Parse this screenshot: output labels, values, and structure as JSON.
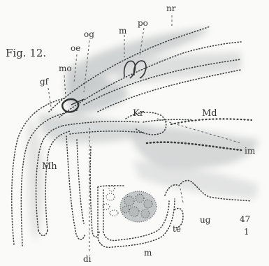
{
  "figure": {
    "title": "Fig. 12."
  },
  "colors": {
    "shade": "#c9cccd",
    "shade_dark": "#a9adae",
    "ink": "#2f3233",
    "paper": "#fafaf8"
  },
  "labels": {
    "nr": "nr",
    "po": "po",
    "m_top": "m",
    "og": "og",
    "oe": "oe",
    "mo": "mo",
    "gf": "gf",
    "Kr": "Kr",
    "Md": "Md",
    "im": "im",
    "Mh": "Mh",
    "te": "te",
    "ug": "ug",
    "m_bottom": "m",
    "di": "di",
    "plate_no_1": "47",
    "plate_no_2": "1"
  }
}
